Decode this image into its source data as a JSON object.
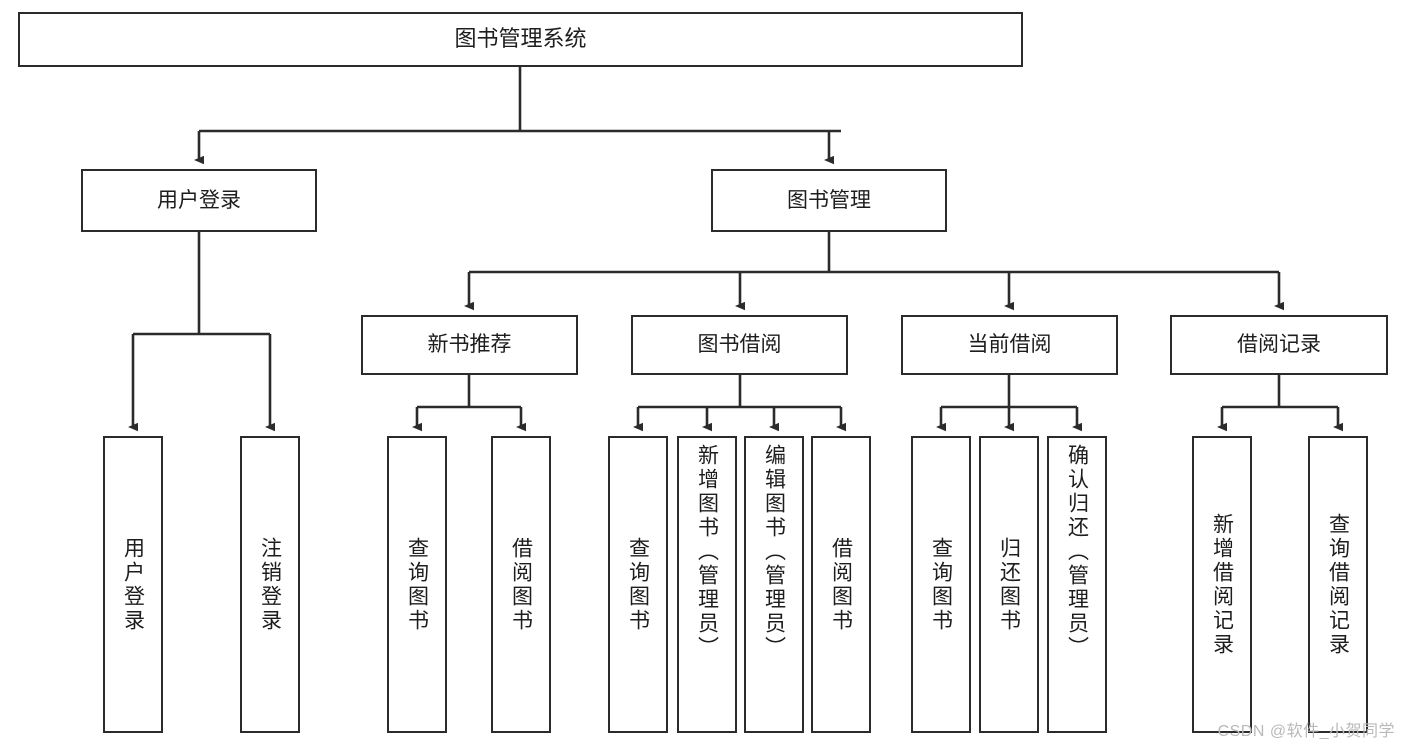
{
  "diagram": {
    "title": "图书管理系统",
    "watermark": "CSDN @软件_小贺同学",
    "line_color": "#2b2b2b",
    "box_fill": "#ffffff",
    "text_color": "#1d1d1d",
    "watermark_color": "#b9b9b9"
  },
  "nodes": {
    "root": {
      "label": "图书管理系统"
    },
    "level2": [
      {
        "label": "用户登录"
      },
      {
        "label": "图书管理"
      }
    ],
    "level3": [
      {
        "label": "新书推荐"
      },
      {
        "label": "图书借阅"
      },
      {
        "label": "当前借阅"
      },
      {
        "label": "借阅记录"
      }
    ],
    "leaves_user_login": [
      {
        "label": "用户登录"
      },
      {
        "label": "注销登录"
      }
    ],
    "leaves_new_books": [
      {
        "label": "查询图书"
      },
      {
        "label": "借阅图书"
      }
    ],
    "leaves_borrow": [
      {
        "label": "查询图书"
      },
      {
        "label": "新增图书（管理员）"
      },
      {
        "label": "编辑图书（管理员）"
      },
      {
        "label": "借阅图书"
      }
    ],
    "leaves_current": [
      {
        "label": "查询图书"
      },
      {
        "label": "归还图书"
      },
      {
        "label": "确认归还（管理员）"
      }
    ],
    "leaves_records": [
      {
        "label": "新增借阅记录"
      },
      {
        "label": "查询借阅记录"
      }
    ]
  }
}
